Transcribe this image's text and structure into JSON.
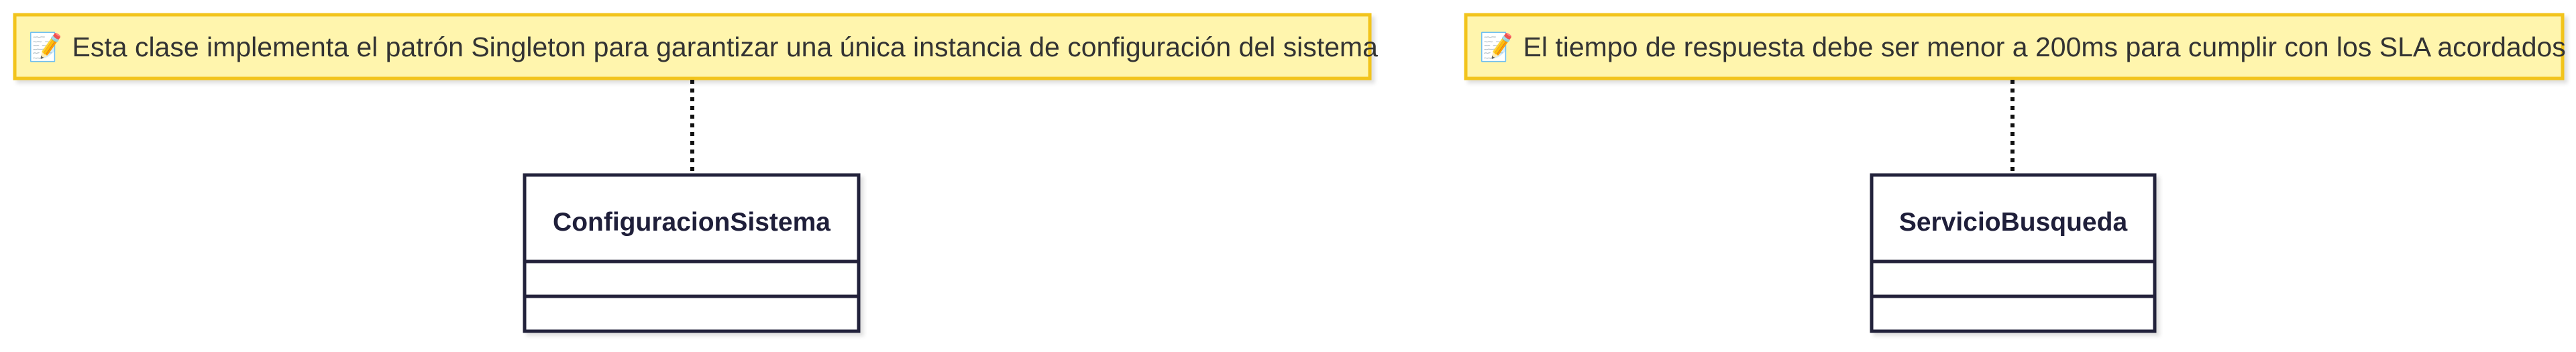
{
  "diagram": {
    "notes": [
      {
        "icon": "memo-icon",
        "icon_glyph": "📝",
        "text": "Esta clase implementa el patrón Singleton para garantizar una única instancia de configuración del sistema"
      },
      {
        "icon": "memo-icon",
        "icon_glyph": "📝",
        "text": "El tiempo de respuesta debe ser menor a 200ms para cumplir con los SLA acordados"
      }
    ],
    "classes": [
      {
        "name": "ConfiguracionSistema"
      },
      {
        "name": "ServicioBusqueda"
      }
    ],
    "colors": {
      "note_fill": "#fff5ad",
      "note_border": "#f2c41b",
      "class_fill": "#ffffff",
      "class_border": "#23213a",
      "connector": "#111111"
    }
  }
}
